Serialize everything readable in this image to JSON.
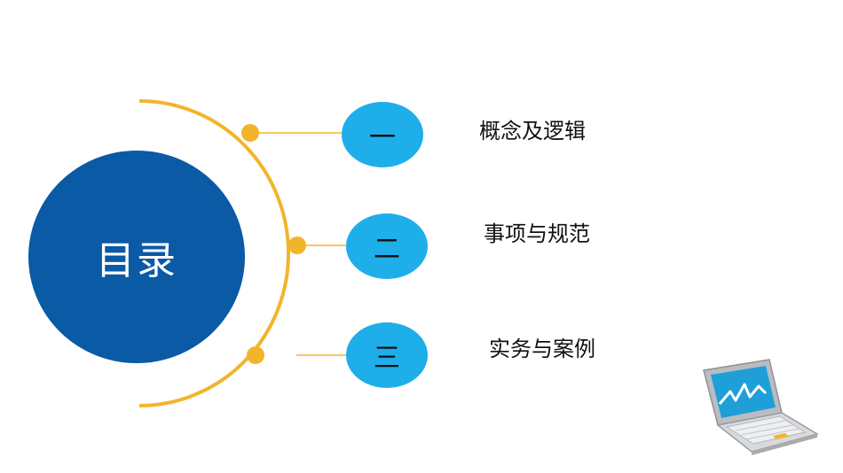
{
  "title": "目录",
  "items": [
    {
      "number": "一",
      "label": "概念及逻辑"
    },
    {
      "number": "二",
      "label": "事项与规范"
    },
    {
      "number": "三",
      "label": "实务与案例"
    }
  ],
  "colors": {
    "main_circle": "#0a5aa6",
    "number_ellipse": "#1eaeea",
    "arc_and_dots": "#f2b52a",
    "text": "#111111"
  },
  "icons": [
    "laptop-chart-icon"
  ]
}
